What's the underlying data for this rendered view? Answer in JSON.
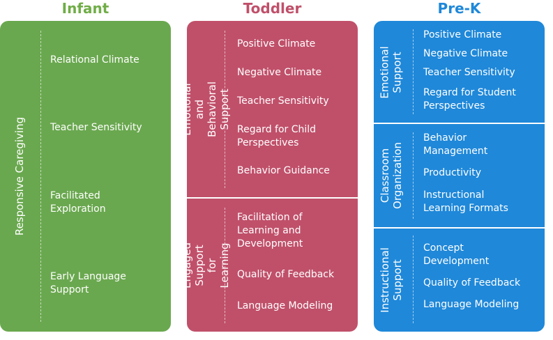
{
  "columns": [
    {
      "title": "Infant",
      "color": "#6aa84f",
      "title_color": "#70ad47",
      "domains": [
        {
          "label": "Responsive Caregiving",
          "dimensions": [
            "Relational Climate",
            "Teacher Sensitivity",
            "Facilitated Exploration",
            "Early Language Support"
          ]
        }
      ]
    },
    {
      "title": "Toddler",
      "color": "#c0506a",
      "title_color": "#c0506a",
      "domains": [
        {
          "label": "Emotional and Behavioral Support",
          "dimensions": [
            "Positive Climate",
            "Negative Climate",
            "Teacher Sensitivity",
            "Regard for Child Perspectives",
            "Behavior Guidance"
          ]
        },
        {
          "label": "Engaged Support for Learning",
          "dimensions": [
            "Facilitation of Learning and Development",
            "Quality of Feedback",
            "Language Modeling"
          ]
        }
      ]
    },
    {
      "title": "Pre-K",
      "color": "#1f88d9",
      "title_color": "#1f88d9",
      "domains": [
        {
          "label": "Emotional Support",
          "dimensions": [
            "Positive Climate",
            "Negative Climate",
            "Teacher Sensitivity",
            "Regard for Student Perspectives"
          ]
        },
        {
          "label": "Classroom Organization",
          "dimensions": [
            "Behavior Management",
            "Productivity",
            "Instructional Learning Formats"
          ]
        },
        {
          "label": "Instructional Support",
          "dimensions": [
            "Concept Development",
            "Quality of Feedback",
            "Language Modeling"
          ]
        }
      ]
    }
  ]
}
